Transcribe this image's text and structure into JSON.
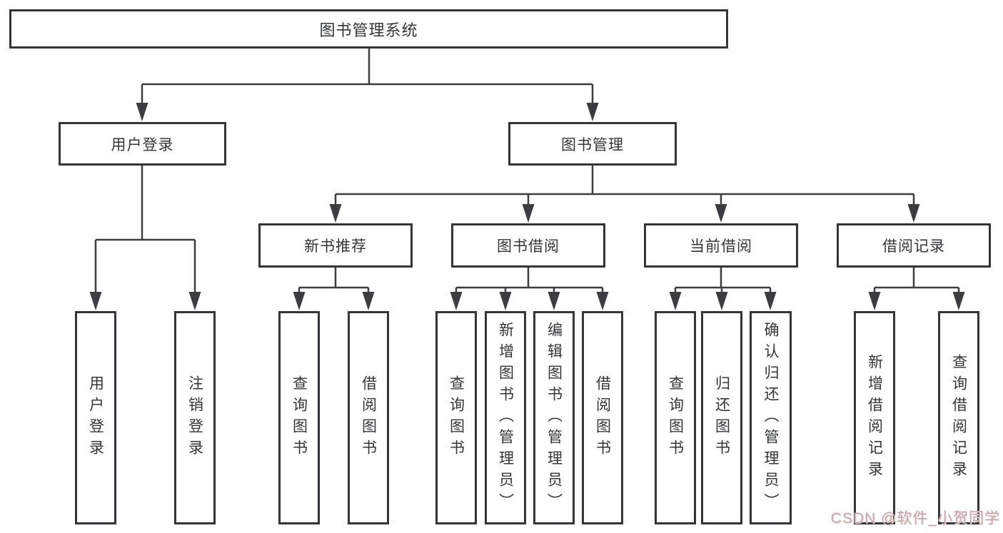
{
  "diagram_title": "图书管理系统",
  "nodes": {
    "root": {
      "label": "图书管理系统"
    },
    "user_login": {
      "label": "用户登录"
    },
    "book_mgmt": {
      "label": "图书管理"
    },
    "new_book": {
      "label": "新书推荐"
    },
    "book_borrow": {
      "label": "图书借阅"
    },
    "current_borrow": {
      "label": "当前借阅"
    },
    "borrow_record": {
      "label": "借阅记录"
    },
    "leaf_user_login": {
      "label": "用户登录"
    },
    "leaf_logout": {
      "label": "注销登录"
    },
    "leaf_nb_query": {
      "label": "查询图书"
    },
    "leaf_nb_borrow": {
      "label": "借阅图书"
    },
    "leaf_bb_query": {
      "label": "查询图书"
    },
    "leaf_bb_add": {
      "label": "新增图书（管理员）"
    },
    "leaf_bb_edit": {
      "label": "编辑图书（管理员）"
    },
    "leaf_bb_borrow": {
      "label": "借阅图书"
    },
    "leaf_cb_query": {
      "label": "查询图书"
    },
    "leaf_cb_return": {
      "label": "归还图书"
    },
    "leaf_cb_confirm": {
      "label": "确认归还（管理员）"
    },
    "leaf_br_add": {
      "label": "新增借阅记录"
    },
    "leaf_br_query": {
      "label": "查询借阅记录"
    }
  },
  "hierarchy": {
    "图书管理系统": {
      "用户登录": [
        "用户登录",
        "注销登录"
      ],
      "图书管理": {
        "新书推荐": [
          "查询图书",
          "借阅图书"
        ],
        "图书借阅": [
          "查询图书",
          "新增图书（管理员）",
          "编辑图书（管理员）",
          "借阅图书"
        ],
        "当前借阅": [
          "查询图书",
          "归还图书",
          "确认归还（管理员）"
        ],
        "借阅记录": [
          "新增借阅记录",
          "查询借阅记录"
        ]
      }
    }
  },
  "watermark": {
    "text": "CSDN @软件_小贺同学",
    "color": "#c2a8a8"
  },
  "colors": {
    "line": "#3b3d40",
    "box_border": "#333538",
    "text": "#333538",
    "background": "#ffffff"
  }
}
